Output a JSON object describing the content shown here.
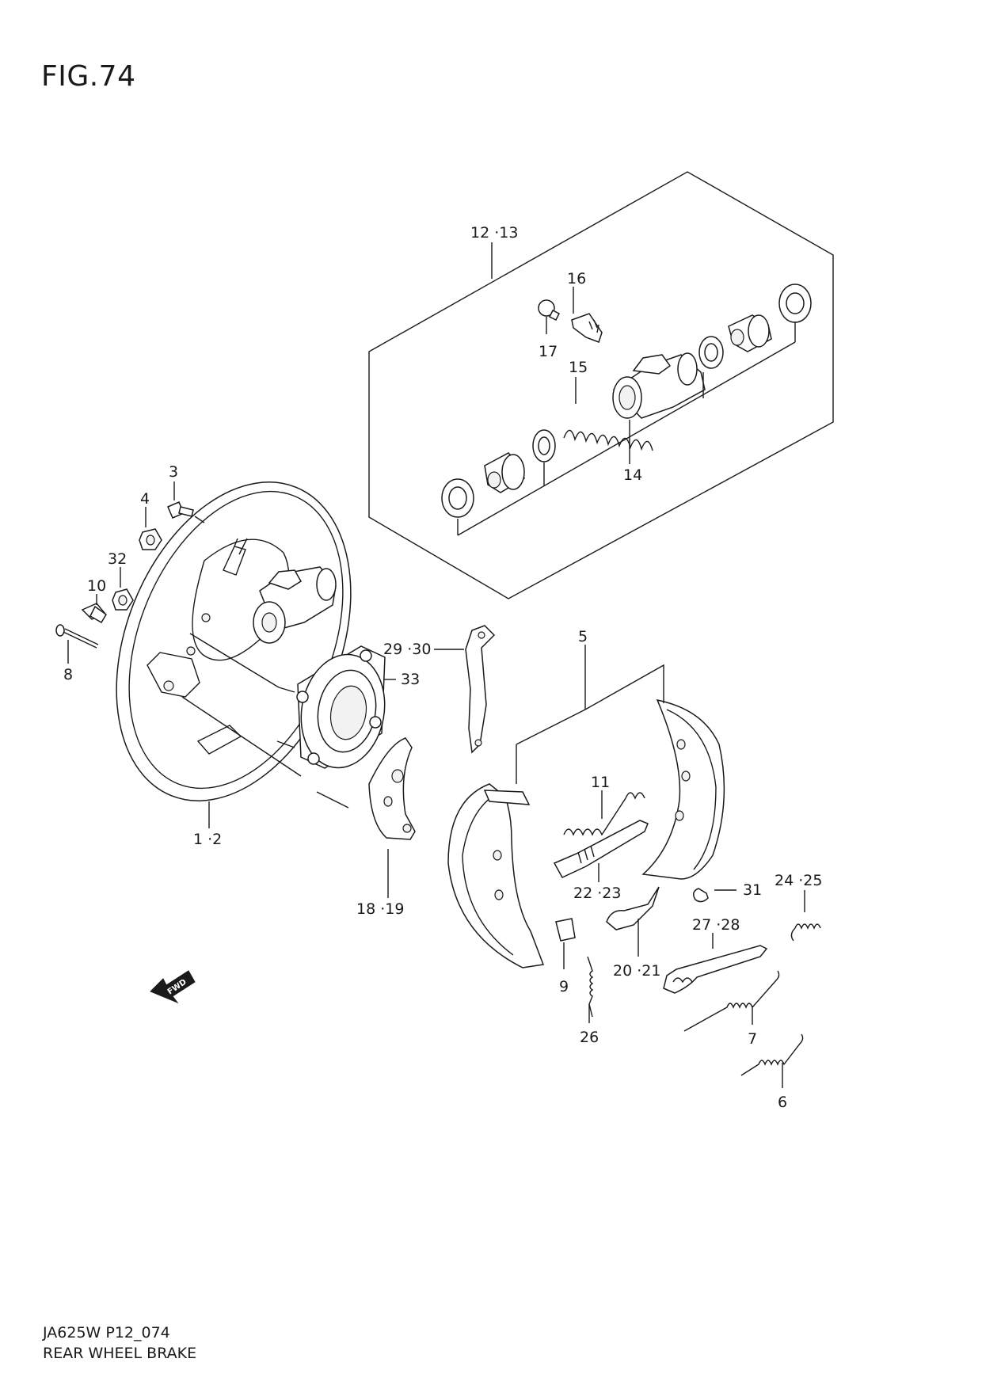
{
  "figure": {
    "title": "FIG.74"
  },
  "footer": {
    "code": "JA625W P12_074",
    "title": "REAR WHEEL BRAKE"
  },
  "fwd_arrow": {
    "label": "FWD"
  },
  "callouts": {
    "c12_13": "12 ·13",
    "c16": "16",
    "c17": "17",
    "c15": "15",
    "c14": "14",
    "c3": "3",
    "c4": "4",
    "c32": "32",
    "c10": "10",
    "c8": "8",
    "c29_30": "29 ·30",
    "c5": "5",
    "c33": "33",
    "c1_2": "1 ·2",
    "c18_19": "18 ·19",
    "c11": "11",
    "c22_23": "22 ·23",
    "c31": "31",
    "c24_25": "24 ·25",
    "c27_28": "27 ·28",
    "c20_21": "20 ·21",
    "c9": "9",
    "c26": "26",
    "c7": "7",
    "c6": "6"
  }
}
